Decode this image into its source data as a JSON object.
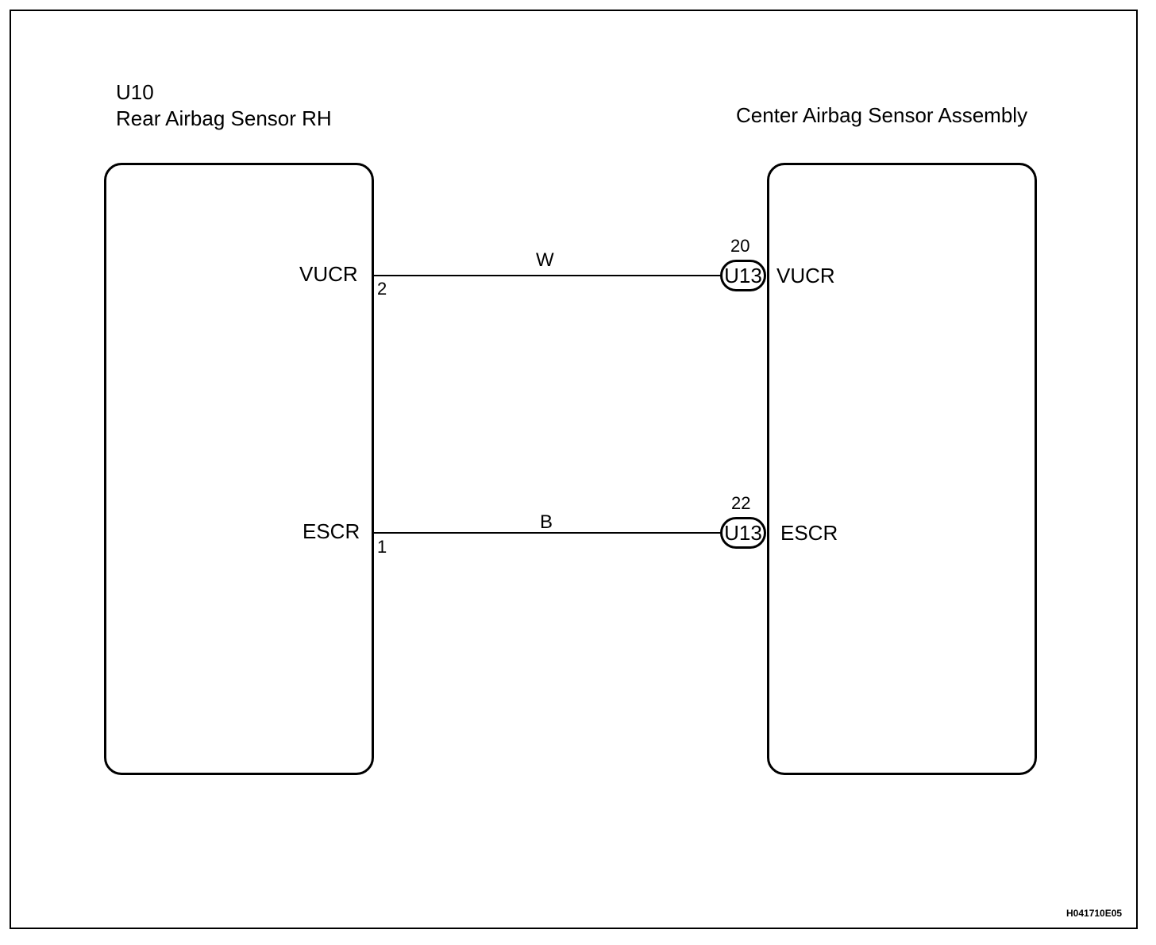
{
  "left_component": {
    "code": "U10",
    "name": "Rear Airbag Sensor RH",
    "terminals": [
      {
        "label": "VUCR",
        "pin": "2"
      },
      {
        "label": "ESCR",
        "pin": "1"
      }
    ]
  },
  "right_component": {
    "name": "Center Airbag Sensor Assembly",
    "terminals": [
      {
        "label": "VUCR",
        "pin": "20",
        "connector": "U13"
      },
      {
        "label": "ESCR",
        "pin": "22",
        "connector": "U13"
      }
    ]
  },
  "wires": [
    {
      "color": "W"
    },
    {
      "color": "B"
    }
  ],
  "figure_code": "H041710E05"
}
